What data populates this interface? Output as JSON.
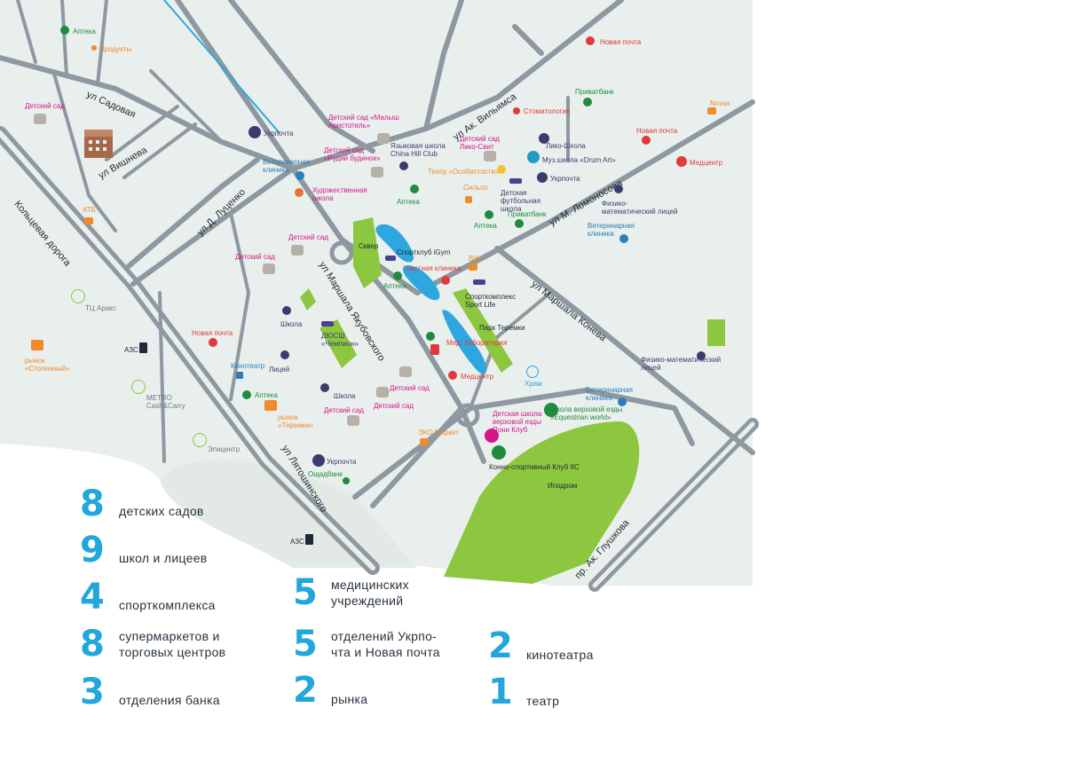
{
  "colors": {
    "map_bg": "#e9efec",
    "road": "#8c969f",
    "park": "#8dc63f",
    "water": "#2ea7e0",
    "stat_number": "#22a6dc",
    "pink_label": "#d6168b",
    "red_label": "#e03a3e",
    "green_label": "#1e8b3e",
    "orange_label": "#f08a2a",
    "blue_label": "#2a7fb8"
  },
  "streets": {
    "sadovaya": "ул Садовая",
    "vishneva": "ул Вишнева",
    "lutsenko": "ул Д. Луценко",
    "koltsevaya": "Кольцевая дорога",
    "yakubovskogo": "ул Маршала Якубовского",
    "williamsa": "ул Ак. Вильямса",
    "lomonosova": "ул М. Ломоносова",
    "koneva": "ул Маршала Конева",
    "lyatoshinskogo": "ул Лятошинского",
    "glushkova": "пр. Ак. Глушкова"
  },
  "pois": {
    "apteka_1": "Аптека",
    "produkty": "Продукты",
    "kindergarten_1": "Детский сад",
    "ukrposhta_1": "Укрпочта",
    "vet_1": "Ветеринарная клиника",
    "kindergarten_malysh": "Детский сад «Малыш Аристотель»",
    "kindergarten_rudy": "Детский сад «Рудий будинок»",
    "lang_school": "Языковая школа China Hill Club",
    "kindergarten_liko": "Детский сад Лико-Свит",
    "teatr": "Театр «Особистости»",
    "art_school": "Художественная школа",
    "apteka_2": "Аптека",
    "silpo": "Сильпо",
    "football": "Детская футбольная школа",
    "novaposhta_1": "Новая почта",
    "stomatology": "Стоматология",
    "privatbank_1": "Приватбанк",
    "liko_school": "Лико-Школа",
    "music_school": "Муз.школа «Drum Art»",
    "ukrposhta_2": "Укрпочта",
    "novus": "Novus",
    "novaposhta_2": "Новая почта",
    "medcenter": "Медцентр",
    "fizmat_1": "Физико-математический лицей",
    "privatbank_2": "Приватбанк",
    "apteka_3": "Аптека",
    "vet_2": "Ветеринарная клиника",
    "atb": "АТБ",
    "kindergarten_2": "Детский сад",
    "kindergarten_3": "Детский сад",
    "skver": "Сквер",
    "igym": "Спортклуб iGym",
    "private_clinic": "Частная клиника",
    "billa": "Billa",
    "apteka_4": "Аптека",
    "sportlife": "Спорткомплекс Sport Life",
    "park_teremki": "Парк Теремки",
    "fizmat_2": "Физико-математический лицей",
    "tc_araks": "ТЦ Аракс",
    "novaposhta_3": "Новая почта",
    "school_1": "Школа",
    "dyussh": "ДЮСШ «Чемпион»",
    "azs_1": "АЗС",
    "market_stolichny": "рынок «Столичный»",
    "litsey": "Лицей",
    "kinoteatr": "Кинотеатр",
    "apteka_5": "Аптека",
    "med_lab": "Мед. лаборатория",
    "medcenter_2": "Медцентр",
    "hram": "Храм",
    "vet_3": "Ветеринарная клиника",
    "school_2": "Школа",
    "kindergarten_4": "Детский сад",
    "kindergarten_5": "Детский сад",
    "kindergarten_6": "Детский сад",
    "metro": "METRO Cash&Carry",
    "market_teremki": "рынок «Теремки»",
    "riding_school": "Детская школа верховой езды Пони Клуб",
    "equestrian": "Школа верховой езды «Equestrian world»",
    "eko_market": "ЭКО Маркет",
    "epicentr": "Эпицентр",
    "ukrposhta_3": "Укрпочта",
    "oschadbank": "Ощадбанк",
    "horse_club": "Конно-спортивный Клуб IIC",
    "ippodrom": "Иподром",
    "azs_2": "АЗС"
  },
  "stats": [
    {
      "number": "8",
      "label": "детских садов"
    },
    {
      "number": "9",
      "label": "школ и лицеев"
    },
    {
      "number": "4",
      "label": "спорткомплекса"
    },
    {
      "number": "8",
      "label": "супермаркетов и торговых центров"
    },
    {
      "number": "3",
      "label": "отделения банка"
    },
    {
      "number": "5",
      "label": "медицинских учреждений"
    },
    {
      "number": "5",
      "label": "отделений Укрпо-чта и Новая почта"
    },
    {
      "number": "2",
      "label": "рынка"
    },
    {
      "number": "2",
      "label": "кинотеатра"
    },
    {
      "number": "1",
      "label": "театр"
    }
  ]
}
